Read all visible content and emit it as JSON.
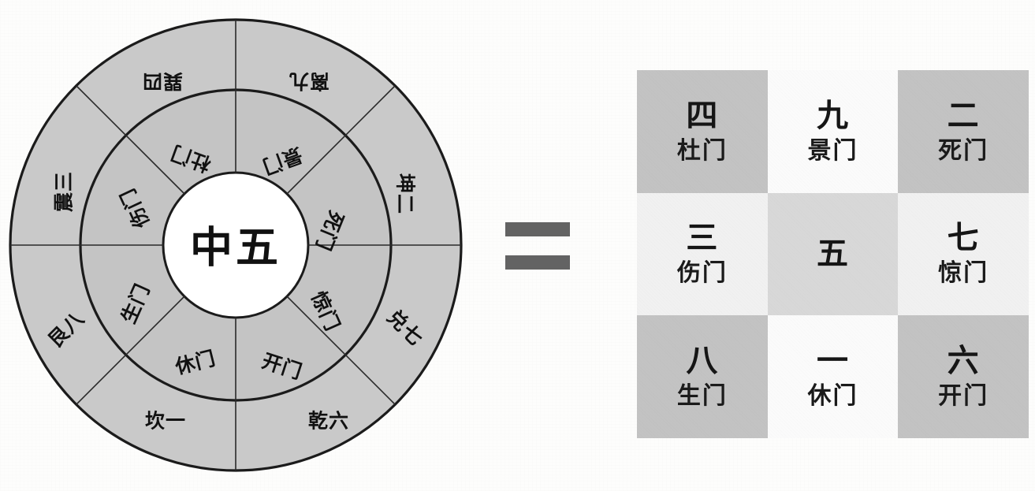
{
  "figure": {
    "equals_symbol": "=",
    "colors": {
      "ring_outer": "#c9c9c9",
      "ring_inner": "#c4c4c4",
      "hub": "#ffffff",
      "ink": "#111111",
      "equals_bar": "#636363",
      "cell_dark": "#c3c3c3",
      "cell_mid": "#d8d8d8",
      "cell_light": "#f1f1f1",
      "cell_white": "#fbfbfb"
    }
  },
  "circle": {
    "hub_label": "中五",
    "outer_ring": [
      {
        "label": "巽四",
        "trigram": "巽",
        "number": "四",
        "position": "top-left",
        "angle_deg": -67.5,
        "rotation_deg": 180
      },
      {
        "label": "离九",
        "trigram": "离",
        "number": "九",
        "position": "top-right",
        "angle_deg": -22.5,
        "rotation_deg": 180
      },
      {
        "label": "坤二",
        "trigram": "坤",
        "number": "二",
        "position": "right-upper",
        "angle_deg": 22.5,
        "rotation_deg": 90
      },
      {
        "label": "兑七",
        "trigram": "兑",
        "number": "七",
        "position": "right-lower",
        "angle_deg": 67.5,
        "rotation_deg": 45
      },
      {
        "label": "乾六",
        "trigram": "乾",
        "number": "六",
        "position": "bottom-right",
        "angle_deg": 112.5,
        "rotation_deg": 0
      },
      {
        "label": "坎一",
        "trigram": "坎",
        "number": "一",
        "position": "bottom-left",
        "angle_deg": 157.5,
        "rotation_deg": 0
      },
      {
        "label": "艮八",
        "trigram": "艮",
        "number": "八",
        "position": "left-lower",
        "angle_deg": 202.5,
        "rotation_deg": -45
      },
      {
        "label": "震三",
        "trigram": "震",
        "number": "三",
        "position": "left-upper",
        "angle_deg": 247.5,
        "rotation_deg": -90
      }
    ],
    "inner_ring": [
      {
        "label": "杜门",
        "position": "top-left",
        "angle_deg": -67.5,
        "rotation_deg": 200
      },
      {
        "label": "景门",
        "position": "top-right",
        "angle_deg": -22.5,
        "rotation_deg": 160
      },
      {
        "label": "死门",
        "position": "right-upper",
        "angle_deg": 22.5,
        "rotation_deg": 112
      },
      {
        "label": "惊门",
        "position": "right-lower",
        "angle_deg": 67.5,
        "rotation_deg": 66
      },
      {
        "label": "开门",
        "position": "bottom-right",
        "angle_deg": 112.5,
        "rotation_deg": 18
      },
      {
        "label": "休门",
        "position": "bottom-left",
        "angle_deg": 157.5,
        "rotation_deg": -14
      },
      {
        "label": "生门",
        "position": "left-lower",
        "angle_deg": 202.5,
        "rotation_deg": -66
      },
      {
        "label": "伤门",
        "position": "left-upper",
        "angle_deg": 247.5,
        "rotation_deg": -115
      }
    ]
  },
  "grid": {
    "rows": [
      [
        {
          "number": "四",
          "gate": "杜门",
          "shade": "shade-dark"
        },
        {
          "number": "九",
          "gate": "景门",
          "shade": "shade-white"
        },
        {
          "number": "二",
          "gate": "死门",
          "shade": "shade-dark"
        }
      ],
      [
        {
          "number": "三",
          "gate": "伤门",
          "shade": "shade-light"
        },
        {
          "number": "五",
          "gate": "",
          "shade": "shade-mid"
        },
        {
          "number": "七",
          "gate": "惊门",
          "shade": "shade-light"
        }
      ],
      [
        {
          "number": "八",
          "gate": "生门",
          "shade": "shade-dark"
        },
        {
          "number": "一",
          "gate": "休门",
          "shade": "shade-white"
        },
        {
          "number": "六",
          "gate": "开门",
          "shade": "shade-dark"
        }
      ]
    ]
  }
}
